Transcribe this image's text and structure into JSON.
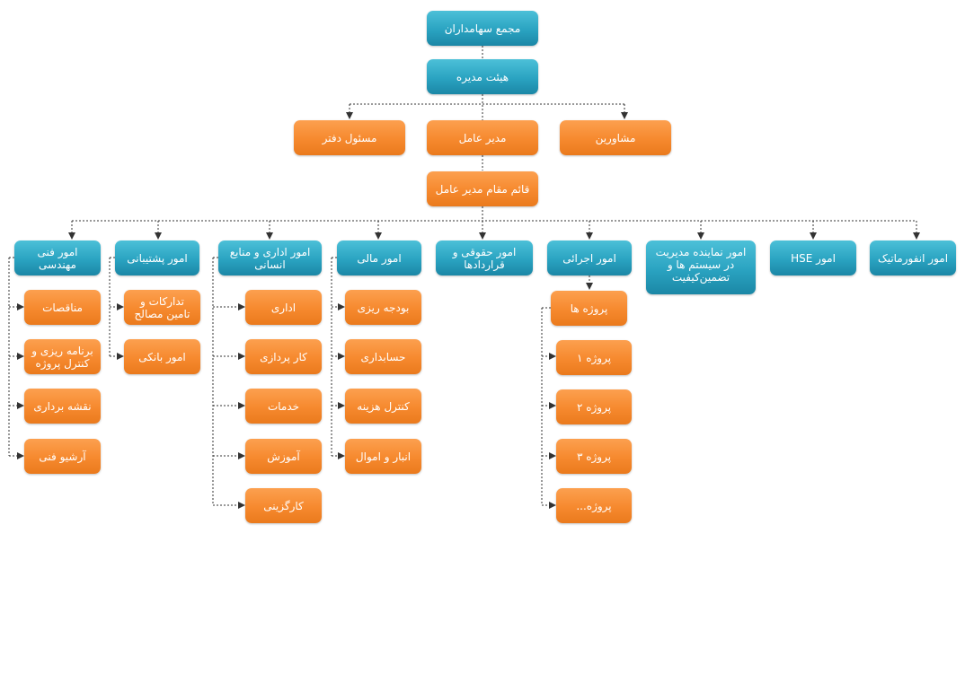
{
  "diagram": {
    "colors": {
      "teal": "#2aa3c1",
      "orange": "#f6892e",
      "connector": "#333333"
    },
    "shareholders": "مجمع سهامداران",
    "board": "هیئت مدیره",
    "advisors": "مشاورین",
    "ceo": "مدیر عامل",
    "office_manager": "مسئول دفتر",
    "deputy_ceo": "قائم مقام مدیر عامل",
    "dept_it": "امور انفورماتیک",
    "dept_hse": "امور HSE",
    "dept_quality": "امور نماینده مدیریت در سیستم ها و تضمین‌کیفیت",
    "dept_exec": "امور اجرائی",
    "dept_legal": "امور حقوقی و قراردادها",
    "dept_finance": "امور مالی",
    "dept_admin": "امور اداری و منابع انسانی",
    "dept_support": "امور پشتیبانی",
    "dept_eng": "امور فنی مهندسی",
    "exec_items": [
      "پروژه ها",
      "پروژه ۱",
      "پروژه ۲",
      "پروژه ۳",
      "پروژه..."
    ],
    "finance_items": [
      "بودجه ریزی",
      "حسابداری",
      "کنترل هزینه",
      "انبار و اموال"
    ],
    "admin_items": [
      "اداری",
      "کار پردازی",
      "خدمات",
      "آموزش",
      "کارگزینی"
    ],
    "support_items": [
      "تدارکات و تامین مصالح",
      "امور بانکی"
    ],
    "eng_items": [
      "مناقصات",
      "برنامه ریزی و کنترل پروژه",
      "نقشه برداری",
      "آرشیو فنی"
    ]
  }
}
